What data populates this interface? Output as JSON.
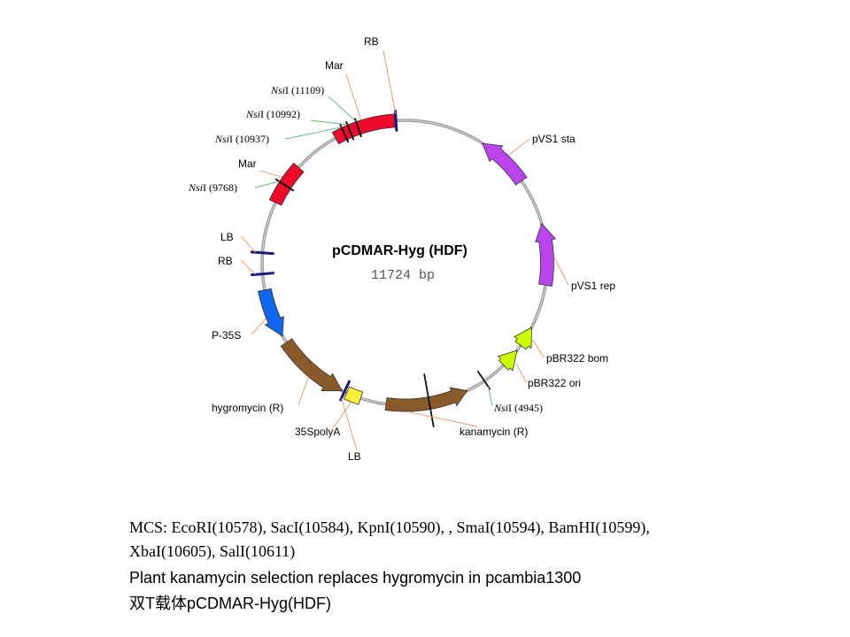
{
  "plasmid": {
    "name": "pCDMAR-Hyg (HDF)",
    "size": "11724 bp"
  },
  "colors": {
    "backbone": "#999999",
    "mar": "#ee0a2a",
    "pvs1": "#bb44ee",
    "pbr322": "#ccff00",
    "p35s": "#1166ee",
    "resistance": "#8b5a2b",
    "polya": "#ffee33",
    "border": "#1a1a7a",
    "leader_orange": "#e8a070",
    "leader_green": "#66bb88"
  },
  "features": [
    {
      "id": "rb-top",
      "label": "RB"
    },
    {
      "id": "mar-top",
      "label": "Mar"
    },
    {
      "id": "pvs1-sta",
      "label": "pVS1 sta"
    },
    {
      "id": "pvs1-rep",
      "label": "pVS1 rep"
    },
    {
      "id": "pbr322-bom",
      "label": "pBR322 bom"
    },
    {
      "id": "pbr322-ori",
      "label": "pBR322 ori"
    },
    {
      "id": "kanamycin",
      "label": "kanamycin (R)"
    },
    {
      "id": "lb-bottom",
      "label": "LB"
    },
    {
      "id": "polya",
      "label": "35SpolyA"
    },
    {
      "id": "hygromycin",
      "label": "hygromycin (R)"
    },
    {
      "id": "p35s",
      "label": "P-35S"
    },
    {
      "id": "rb-left",
      "label": "RB"
    },
    {
      "id": "lb-left",
      "label": "LB"
    },
    {
      "id": "mar-left",
      "label": "Mar"
    }
  ],
  "sites": [
    {
      "id": "nsi-11109",
      "enzyme": "Nsi",
      "suffix": "I (11109)"
    },
    {
      "id": "nsi-10992",
      "enzyme": "Nsi",
      "suffix": "I (10992)"
    },
    {
      "id": "nsi-10937",
      "enzyme": "Nsi",
      "suffix": "I (10937)"
    },
    {
      "id": "nsi-9768",
      "enzyme": "Nsi",
      "suffix": "I (9768)"
    },
    {
      "id": "nsi-4945",
      "enzyme": "Nsi",
      "suffix": "I (4945)"
    }
  ],
  "caption": {
    "mcs_line1": "MCS: EcoRI(10578), SacI(10584), KpnI(10590), , SmaI(10594), BamHI(10599),",
    "mcs_line2": "XbaI(10605), SalI(10611)",
    "note": "Plant kanamycin selection replaces hygromycin in pcambia1300",
    "vector": "双T载体pCDMAR-Hyg(HDF)"
  }
}
